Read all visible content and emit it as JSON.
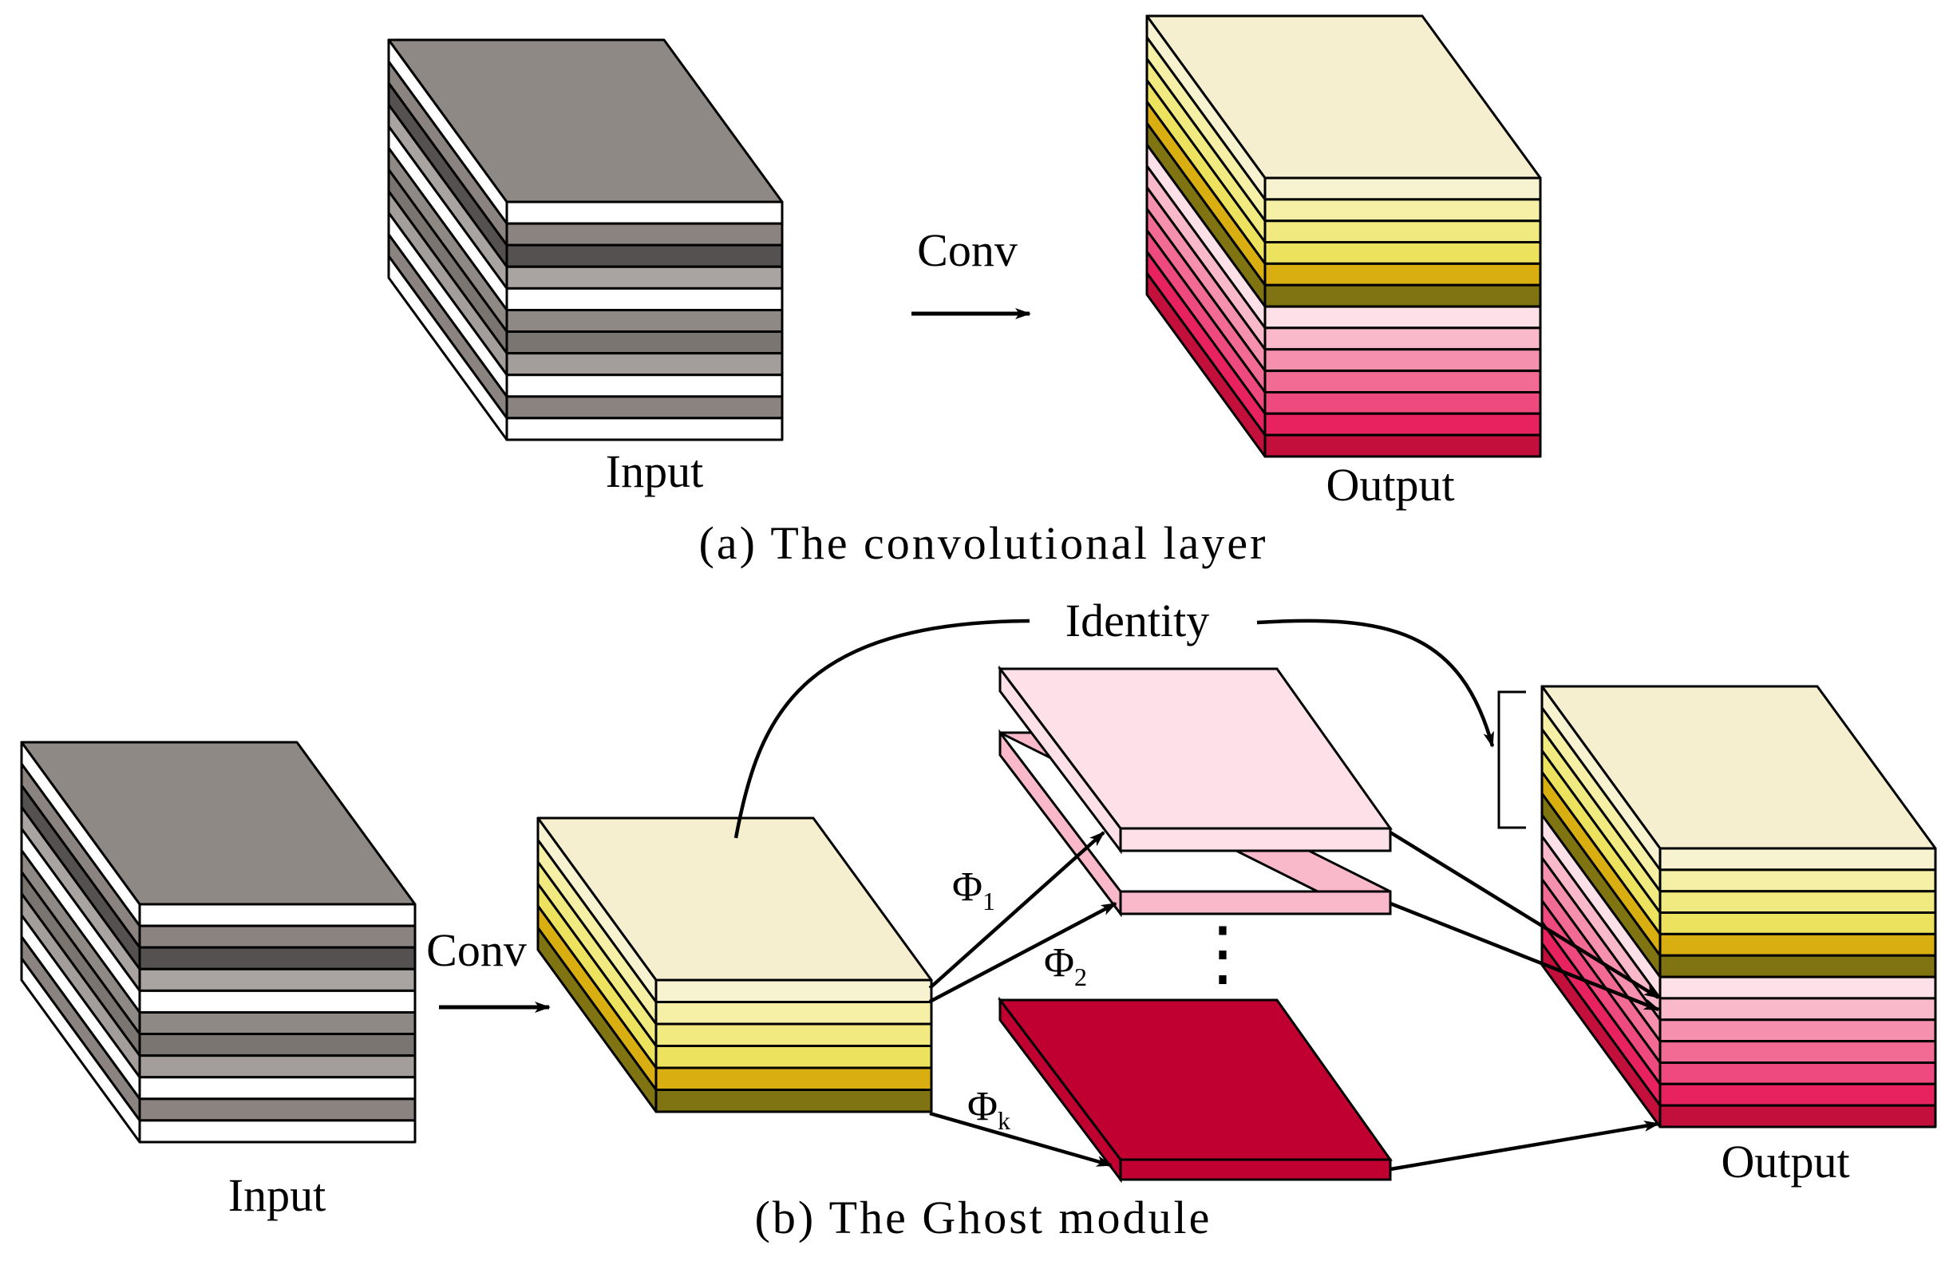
{
  "panel_a": {
    "input_label": "Input",
    "conv_label": "Conv",
    "output_label": "Output",
    "caption": "(a)  The  convolutional  layer"
  },
  "panel_b": {
    "input_label": "Input",
    "conv_label": "Conv",
    "identity_label": "Identity",
    "phi_symbol": "Φ",
    "phi_1_sub": "1",
    "phi_2_sub": "2",
    "phi_k_sub": "k",
    "ellipsis": "⋮",
    "output_label": "Output",
    "caption": "(b)  The  Ghost  module"
  },
  "colors": {
    "input_top": "#8f8985",
    "input_layers": [
      "#ffffff",
      "#8a8380",
      "#555150",
      "#a9a4a1",
      "#ffffff",
      "#8f8985",
      "#7b7572",
      "#a39e9b",
      "#ffffff",
      "#8a8380",
      "#ffffff"
    ],
    "yellow_top": "#f6efcf",
    "yellow_layers": [
      "#f7f2cf",
      "#f5f0a6",
      "#f1ea80",
      "#ece25e",
      "#d9ae10",
      "#7f7312"
    ],
    "pink_layers": [
      "#fde0e8",
      "#f9b9cb",
      "#f590ae",
      "#f26b95",
      "#ee4a80",
      "#e8225f",
      "#c20f3b"
    ],
    "ghost_light": "#fde0e8",
    "ghost_mid": "#f9b9cb",
    "ghost_dark": "#c00030"
  }
}
